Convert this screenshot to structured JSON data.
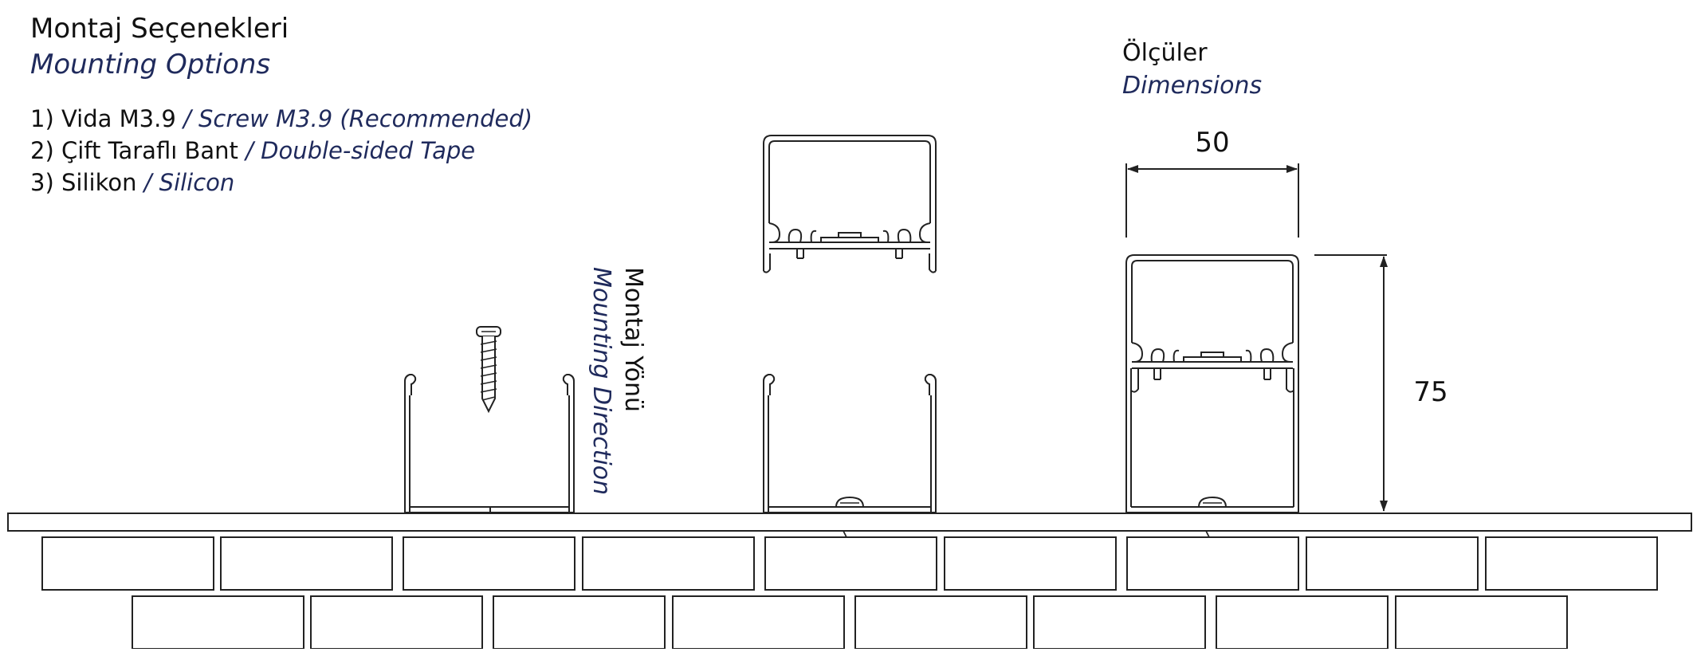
{
  "mounting": {
    "title_tr": "Montaj Seçenekleri",
    "title_en": "Mounting Options",
    "options": [
      {
        "tr": "1) Vida M3.9",
        "en": " / Screw M3.9 (Recommended)"
      },
      {
        "tr": "2) Çift Taraflı Bant",
        "en": " / Double-sided Tape"
      },
      {
        "tr": "3) Silikon",
        "en": " / Silicon"
      }
    ]
  },
  "direction": {
    "tr": "Montaj Yönü",
    "en": "Mounting Direction"
  },
  "dimensions": {
    "title_tr": "Ölçüler",
    "title_en": "Dimensions",
    "width": "50",
    "height": "75"
  },
  "colors": {
    "accent_text": "#1f2a5c",
    "line": "#222222"
  }
}
